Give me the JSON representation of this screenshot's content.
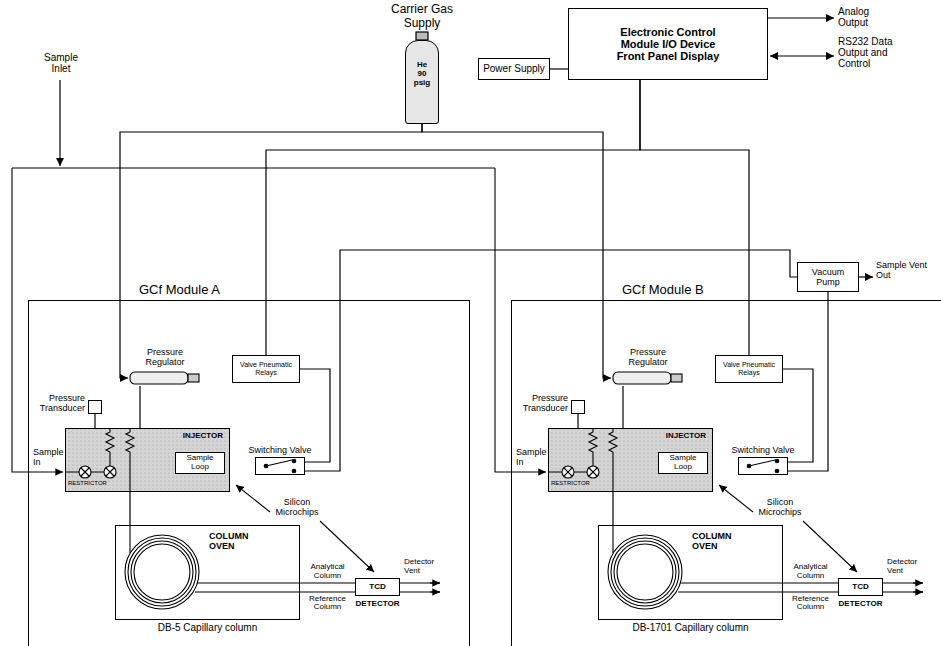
{
  "diagram": {
    "nodes": [
      {
        "text": [
          "Carrier Gas Supply",
          "He 90 psig"
        ]
      },
      {
        "text": [
          "Power Supply"
        ]
      },
      {
        "text": [
          "Electronic Control Module I/O Device Front Panel Display"
        ]
      },
      {
        "text": [
          "Vacuum Pump"
        ]
      },
      {
        "text": [
          "GCf Module A"
        ]
      },
      {
        "text": [
          "Pressure Regulator"
        ],
        "in": 4
      },
      {
        "text": [
          "Valve Pneumatic Relays"
        ],
        "in": 4
      },
      {
        "text": [
          "Pressure Transducer"
        ],
        "in": 4
      },
      {
        "text": [
          "INJECTOR"
        ],
        "in": 4
      },
      {
        "text": [
          "Sample Loop"
        ],
        "in": 8
      },
      {
        "text": [
          "Switching Valve"
        ],
        "in": 4
      },
      {
        "text": [
          "COLUMN OVEN",
          "DB-5 Capillary column"
        ],
        "in": 4
      },
      {
        "text": [
          "TCD",
          "DETECTOR"
        ],
        "in": 4
      },
      {
        "text": [
          "GCf Module B"
        ]
      },
      {
        "text": [
          "Pressure Regulator"
        ],
        "in": 13
      },
      {
        "text": [
          "Valve Pneumatic Relays"
        ],
        "in": 13
      },
      {
        "text": [
          "Pressure Transducer"
        ],
        "in": 13
      },
      {
        "text": [
          "INJECTOR"
        ],
        "in": 13
      },
      {
        "text": [
          "Sample Loop"
        ],
        "in": 17
      },
      {
        "text": [
          "Switching Valve"
        ],
        "in": 13
      },
      {
        "text": [
          "COLUMN OVEN",
          "DB-1701 Capillary column"
        ],
        "in": 13
      },
      {
        "text": [
          "TCD",
          "DETECTOR"
        ],
        "in": 13
      }
    ],
    "edges": [
      {
        "from": 1,
        "to": 2,
        "arrow": "none"
      },
      {
        "from": 0,
        "to": 5,
        "arrow": "to"
      },
      {
        "from": 0,
        "to": 14,
        "arrow": "to"
      },
      {
        "from": 2,
        "to": 6,
        "arrow": "none"
      },
      {
        "from": 2,
        "to": 15,
        "arrow": "none"
      },
      {
        "from": 5,
        "to": 8,
        "arrow": "none"
      },
      {
        "from": 7,
        "to": 8,
        "arrow": "none"
      },
      {
        "from": 6,
        "to": 10,
        "arrow": "none"
      },
      {
        "from": 10,
        "to": 3,
        "arrow": "none"
      },
      {
        "from": 8,
        "to": 11,
        "arrow": "none"
      },
      {
        "from": 11,
        "to": 12,
        "label": "Analytical Column",
        "arrow": "none"
      },
      {
        "from": 11,
        "to": 12,
        "label": "Reference Column",
        "arrow": "none"
      },
      {
        "from": 14,
        "to": 17,
        "arrow": "none"
      },
      {
        "from": 16,
        "to": 17,
        "arrow": "none"
      },
      {
        "from": 15,
        "to": 19,
        "arrow": "none"
      },
      {
        "from": 19,
        "to": 3,
        "arrow": "none"
      },
      {
        "from": 17,
        "to": 20,
        "arrow": "none"
      },
      {
        "from": 20,
        "to": 21,
        "label": "Analytical Column",
        "arrow": "none"
      },
      {
        "from": 20,
        "to": 21,
        "label": "Reference Column",
        "arrow": "none"
      }
    ],
    "labels": [
      "Sample Inlet",
      "Analog Output",
      "RS232 Data Output and Control",
      "Sample Vent Out",
      "Sample In",
      "RESTRICTOR",
      "Silicon Microchips",
      "Detector Vent",
      "Sample In",
      "RESTRICTOR",
      "Silicon Microchips",
      "Detector Vent"
    ]
  }
}
